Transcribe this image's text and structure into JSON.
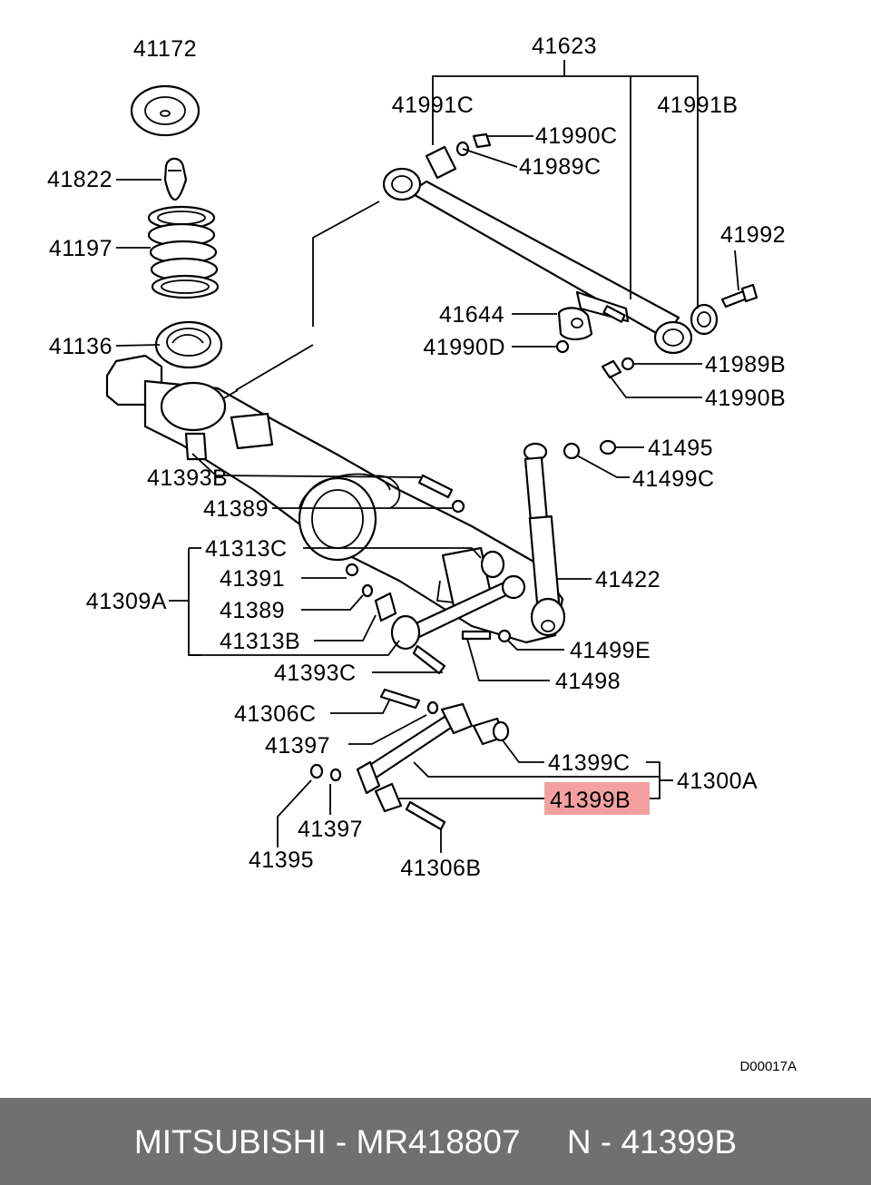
{
  "diagram": {
    "labels": {
      "p41172": "41172",
      "p41623": "41623",
      "p41991C": "41991C",
      "p41991B": "41991B",
      "p41990C": "41990C",
      "p41989C": "41989C",
      "p41822": "41822",
      "p41197": "41197",
      "p41992": "41992",
      "p41644": "41644",
      "p41136": "41136",
      "p41990D": "41990D",
      "p41989B": "41989B",
      "p41990B": "41990B",
      "p41495": "41495",
      "p41393B": "41393B",
      "p41499C": "41499C",
      "p41389a": "41389",
      "p41313C": "41313C",
      "p41391": "41391",
      "p41422": "41422",
      "p41309A": "41309A",
      "p41389b": "41389",
      "p41313B": "41313B",
      "p41499E": "41499E",
      "p41393C": "41393C",
      "p41498": "41498",
      "p41306C": "41306C",
      "p41397a": "41397",
      "p41399C": "41399C",
      "p41300A": "41300A",
      "p41399B": "41399B",
      "p41397b": "41397",
      "p41395": "41395",
      "p41306B": "41306B"
    },
    "drawing_code": "D00017A",
    "highlight_color": "#f4a0a0"
  },
  "footer": {
    "text": "MITSUBISHI - MR418807     N - 41399B",
    "background": "#707070",
    "color": "#ffffff"
  }
}
